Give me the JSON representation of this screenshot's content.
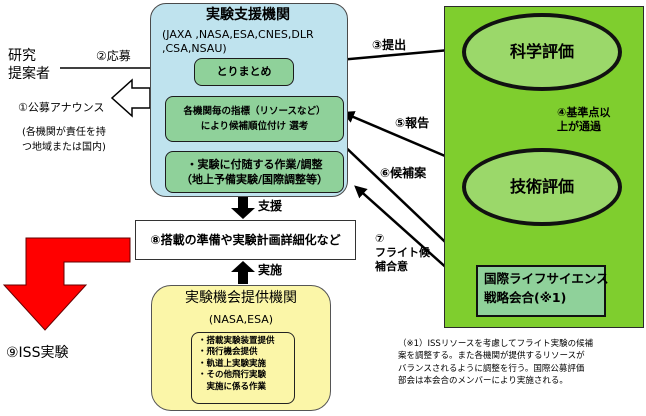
{
  "exp_support": {
    "title": "実験支援機関",
    "agencies": "(JAXA ,NASA,ESA,CNES,DLR\n,CSA,NSAU)",
    "compile": "とりまとめ",
    "guidance": "各機関毎の指標（リソースなど）\nにより候補順位付け 選考",
    "tasks": "・実験に付随する作業/調整\n（地上予備実験/国際調整等）"
  },
  "researcher": {
    "label": "研究\n提案者"
  },
  "announce": {
    "label": "①公募アナウンス",
    "note": "(各機関が責任を持\nつ地域または国内)"
  },
  "apply": {
    "label": "②応募"
  },
  "submit": {
    "label": "③提出"
  },
  "criteria": {
    "label": "④基準点以\n上が通過"
  },
  "report": {
    "label": "⑤報告"
  },
  "candidate": {
    "label": "⑥候補案"
  },
  "flight_agreement": {
    "label": "⑦\nフライト候\n補合意"
  },
  "support": {
    "label": "支援"
  },
  "implement": {
    "label": "実施"
  },
  "science_eval": {
    "label": "科学評価"
  },
  "tech_eval": {
    "label": "技術評価"
  },
  "strategy": {
    "label": "国際ライフサイエンス\n戦略会合(※1)"
  },
  "prep": {
    "label": "⑧搭載の準備や実験計画詳細化など"
  },
  "opportunity": {
    "title": "実験機会提供機関",
    "agencies": "(NASA,ESA)",
    "items": "・搭載実験装置提供\n・飛行機会提供\n・軌道上実験実施\n・その他飛行実験\n　実施に係る作業"
  },
  "iss": {
    "label": "⑨ISS実験"
  },
  "footnote": {
    "text": "（※1）ISSリソースを考慮してフライト実験の候補\n案を調整する。また各機関が提供するリソースが\nバランスされるように調整を行う。国際公募評価\n部会は本会合のメンバーにより実施される。"
  },
  "colors": {
    "support_box": "#bfe3ee",
    "inner_box": "#8fd19a",
    "green_panel": "#7fce2e",
    "opportunity_box": "#fbf6a8",
    "iss_arrow": "#ff0000"
  }
}
